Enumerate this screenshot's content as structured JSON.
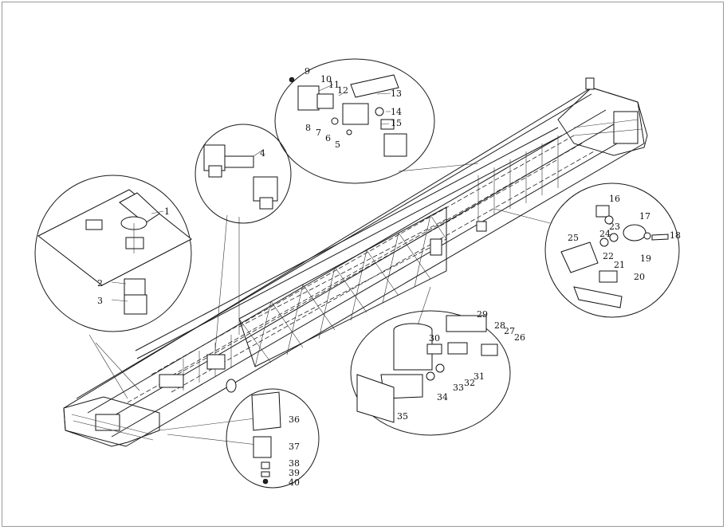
{
  "callouts": [
    "1",
    "2",
    "3",
    "4",
    "5",
    "6",
    "7",
    "8",
    "9",
    "10",
    "11",
    "12",
    "13",
    "14",
    "15",
    "16",
    "17",
    "18",
    "19",
    "20",
    "21",
    "22",
    "23",
    "24",
    "25",
    "26",
    "27",
    "28",
    "29",
    "30",
    "31",
    "32",
    "33",
    "34",
    "35",
    "36",
    "37",
    "38",
    "39",
    "40"
  ],
  "colors": {
    "line": "#1a1a1a",
    "frame": "#9a9a9a",
    "background": "#ffffff"
  }
}
